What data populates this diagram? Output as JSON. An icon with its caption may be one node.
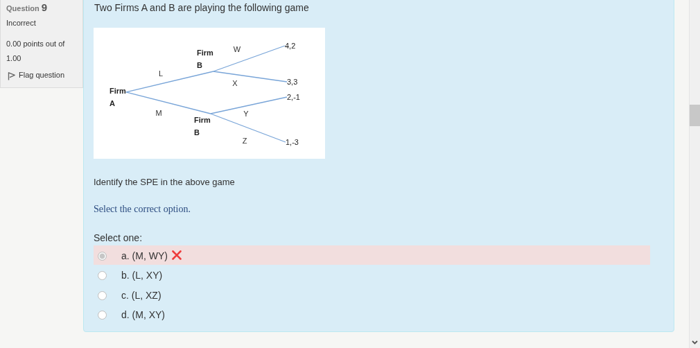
{
  "diagram": {
    "title": "Two Firms A and B are playing the following game",
    "nodes": [
      {
        "text": [
          "Firm A"
        ]
      },
      {
        "text": [
          "Firm B"
        ]
      },
      {
        "text": [
          "Firm B"
        ]
      },
      {
        "text": [
          "4,2"
        ]
      },
      {
        "text": [
          "3,3"
        ]
      },
      {
        "text": [
          "2,-1"
        ]
      },
      {
        "text": [
          "1,-3"
        ]
      }
    ],
    "edges": [
      {
        "from": 0,
        "to": 1,
        "arrow": "none",
        "label": "L"
      },
      {
        "from": 0,
        "to": 2,
        "arrow": "none",
        "label": "M"
      },
      {
        "from": 1,
        "to": 3,
        "arrow": "none",
        "label": "W"
      },
      {
        "from": 1,
        "to": 4,
        "arrow": "none",
        "label": "X"
      },
      {
        "from": 2,
        "to": 5,
        "arrow": "none",
        "label": "Y"
      },
      {
        "from": 2,
        "to": 6,
        "arrow": "none",
        "label": "Z"
      }
    ],
    "labels": [
      "Question **9**",
      "Incorrect",
      "0.00 points out of 1.00",
      "Flag question",
      "Identify the SPE in the above game",
      "Select the correct option.",
      "Select one:",
      "a. (M, WY)",
      "b. (L, XY)",
      "c. (L, XZ)",
      "d. (M, XY)"
    ]
  }
}
